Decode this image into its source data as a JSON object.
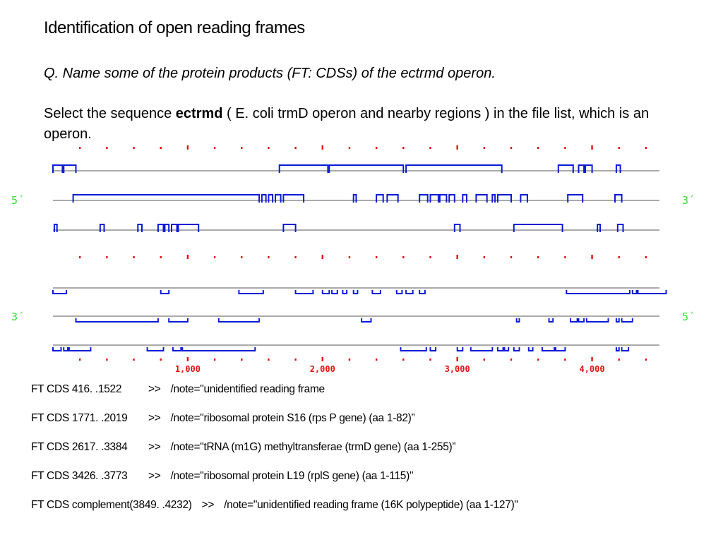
{
  "title": "Identification of open reading frames",
  "question": "Q. Name some of the protein products (FT: CDSs) of the ectrmd operon.",
  "intro": {
    "before": "Select the sequence ",
    "bold": "ectrmd",
    "after": " ( E. coli trmD operon and nearby regions ) in the file list, which is an operon."
  },
  "orf_map": {
    "sequence_length": 4500,
    "scale_labels": [
      "1,000",
      "2,000",
      "3,000",
      "4,000"
    ],
    "forward_end_labels": {
      "left": "5´",
      "right": "3´"
    },
    "reverse_end_labels": {
      "left": "3´",
      "right": "5´"
    },
    "colors": {
      "orf": "#0a1ad6",
      "tick": "#e01010",
      "axis": "#555555",
      "end_label": "#33dd33"
    },
    "frames": [
      {
        "frame": "+1",
        "orfs": [
          [
            0,
            70
          ],
          [
            80,
            170
          ],
          [
            1680,
            2040
          ],
          [
            2050,
            2600
          ],
          [
            2620,
            3330
          ],
          [
            3750,
            3860
          ],
          [
            3900,
            3940
          ],
          [
            3950,
            4000
          ],
          [
            4180,
            4210
          ]
        ]
      },
      {
        "frame": "+2",
        "orfs": [
          [
            150,
            1530
          ],
          [
            1550,
            1580
          ],
          [
            1600,
            1630
          ],
          [
            1650,
            1690
          ],
          [
            1710,
            1860
          ],
          [
            2230,
            2250
          ],
          [
            2400,
            2450
          ],
          [
            2480,
            2560
          ],
          [
            2720,
            2780
          ],
          [
            2800,
            2860
          ],
          [
            2870,
            2920
          ],
          [
            2940,
            2980
          ],
          [
            3040,
            3070
          ],
          [
            3140,
            3220
          ],
          [
            3260,
            3280
          ],
          [
            3300,
            3400
          ],
          [
            3470,
            3520
          ],
          [
            3820,
            3930
          ],
          [
            4170,
            4220
          ]
        ]
      },
      {
        "frame": "+3",
        "orfs": [
          [
            10,
            30
          ],
          [
            350,
            380
          ],
          [
            630,
            660
          ],
          [
            780,
            820
          ],
          [
            830,
            860
          ],
          [
            880,
            920
          ],
          [
            930,
            1080
          ],
          [
            1710,
            1800
          ],
          [
            2980,
            3020
          ],
          [
            3420,
            3780
          ],
          [
            4040,
            4060
          ],
          [
            4190,
            4230
          ]
        ]
      },
      {
        "frame": "-1",
        "orfs": [
          [
            0,
            100
          ],
          [
            800,
            860
          ],
          [
            1380,
            1560
          ],
          [
            1800,
            1930
          ],
          [
            2000,
            2050
          ],
          [
            2070,
            2110
          ],
          [
            2150,
            2180
          ],
          [
            2230,
            2260
          ],
          [
            2370,
            2430
          ],
          [
            2550,
            2590
          ],
          [
            2620,
            2670
          ],
          [
            2720,
            2760
          ],
          [
            3810,
            4280
          ],
          [
            4300,
            4330
          ],
          [
            4340,
            4550
          ]
        ]
      },
      {
        "frame": "-2",
        "orfs": [
          [
            170,
            780
          ],
          [
            860,
            1000
          ],
          [
            1230,
            1530
          ],
          [
            2290,
            2360
          ],
          [
            3440,
            3460
          ],
          [
            3680,
            3710
          ],
          [
            3840,
            3890
          ],
          [
            3900,
            3940
          ],
          [
            3960,
            4120
          ],
          [
            4180,
            4200
          ],
          [
            4220,
            4300
          ]
        ]
      },
      {
        "frame": "-3",
        "orfs": [
          [
            0,
            60
          ],
          [
            80,
            110
          ],
          [
            120,
            280
          ],
          [
            700,
            820
          ],
          [
            890,
            950
          ],
          [
            960,
            1500
          ],
          [
            2580,
            2770
          ],
          [
            2800,
            2840
          ],
          [
            3000,
            3040
          ],
          [
            3100,
            3260
          ],
          [
            3300,
            3340
          ],
          [
            3350,
            3380
          ],
          [
            3420,
            3460
          ],
          [
            3530,
            3560
          ],
          [
            3630,
            3720
          ],
          [
            3730,
            3800
          ],
          [
            4180,
            4200
          ],
          [
            4220,
            4270
          ]
        ]
      }
    ]
  },
  "cds_entries": [
    {
      "location": "FT CDS 416. .1522",
      "arrow": ">>",
      "note": "/note=\"unidentified reading frame"
    },
    {
      "location": "FT CDS 1771. .2019",
      "arrow": ">>",
      "note": "/note=\"ribosomal protein S16 (rps P gene) (aa 1-82)”"
    },
    {
      "location": "FT CDS 2617. .3384",
      "arrow": ">>",
      "note": "/note=\"tRNA (m1G) methyltransferae (trmD gene) (aa 1-255)”"
    },
    {
      "location": "FT CDS 3426. .3773",
      "arrow": ">>",
      "note": "/note=\"ribosomal protein L19 (rplS gene) (aa 1-115)\""
    },
    {
      "location": "FT CDS complement(3849. .4232)",
      "arrow": ">>",
      "note": "/note=\"unidentified reading frame (16K polypeptide) (aa 1-127)\""
    }
  ]
}
